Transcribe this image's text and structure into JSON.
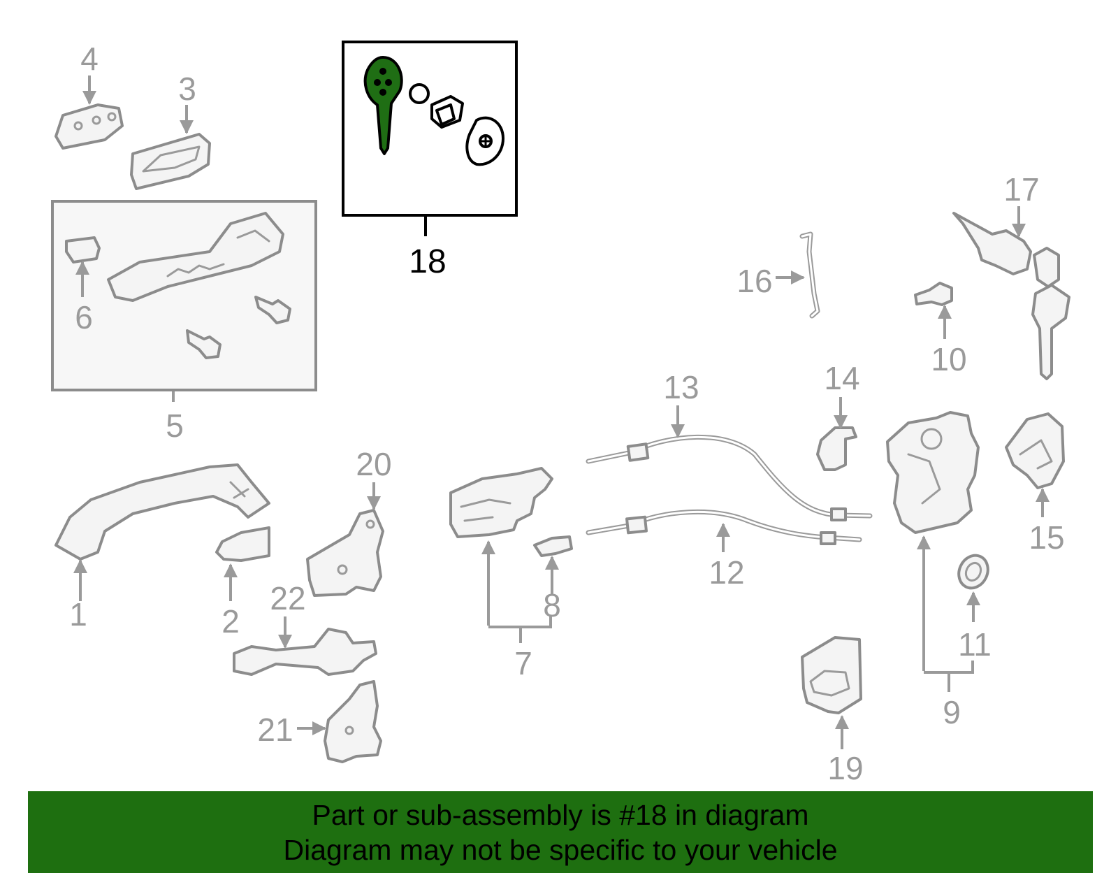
{
  "callouts": {
    "c1": "1",
    "c2": "2",
    "c3": "3",
    "c4": "4",
    "c5": "5",
    "c6": "6",
    "c7": "7",
    "c8": "8",
    "c9": "9",
    "c10": "10",
    "c11": "11",
    "c12": "12",
    "c13": "13",
    "c14": "14",
    "c15": "15",
    "c16": "16",
    "c17": "17",
    "c18": "18",
    "c19": "19",
    "c20": "20",
    "c21": "21",
    "c22": "22"
  },
  "highlighted_part": "18",
  "colors": {
    "banner": "#1e6f10",
    "highlight_key": "#1f6e14",
    "parts_gray": "#9a9a9a"
  },
  "banner": {
    "line1": "Part or sub-assembly is #18 in diagram",
    "line2": "Diagram may not be specific to your vehicle"
  }
}
